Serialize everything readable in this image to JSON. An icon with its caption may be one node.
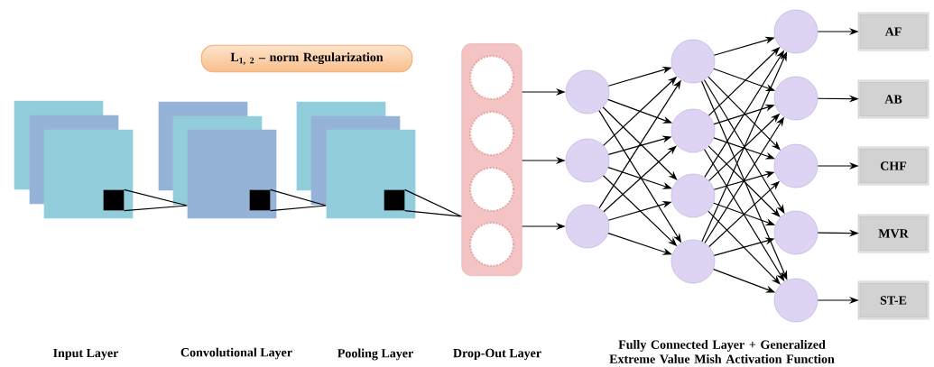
{
  "diagram": {
    "nodes": [
      {
        "text": [
          "L$_{1, 2}$ – norm Regularization"
        ]
      },
      {
        "text": [],
        "shape": "box"
      },
      {
        "text": [],
        "shape": "box"
      },
      {
        "text": [],
        "shape": "box"
      },
      {
        "text": [],
        "shape": "box",
        "in": 3
      },
      {
        "text": [],
        "shape": "box"
      },
      {
        "text": [],
        "shape": "box"
      },
      {
        "text": [],
        "shape": "box"
      },
      {
        "text": [],
        "shape": "box",
        "in": 7
      },
      {
        "text": [],
        "shape": "box"
      },
      {
        "text": [],
        "shape": "box"
      },
      {
        "text": [],
        "shape": "box"
      },
      {
        "text": [],
        "shape": "box",
        "in": 11
      },
      {
        "text": [],
        "shape": "box"
      },
      {
        "text": [],
        "shape": "circle",
        "in": 13
      },
      {
        "text": [],
        "shape": "circle",
        "in": 13
      },
      {
        "text": [],
        "shape": "circle",
        "in": 13
      },
      {
        "text": [],
        "shape": "circle",
        "in": 13
      },
      {
        "text": [],
        "shape": "circle"
      },
      {
        "text": [],
        "shape": "circle"
      },
      {
        "text": [],
        "shape": "circle"
      },
      {
        "text": [],
        "shape": "circle"
      },
      {
        "text": [],
        "shape": "circle"
      },
      {
        "text": [],
        "shape": "circle"
      },
      {
        "text": [],
        "shape": "circle"
      },
      {
        "text": [],
        "shape": "circle"
      },
      {
        "text": [],
        "shape": "circle"
      },
      {
        "text": [],
        "shape": "circle"
      },
      {
        "text": [],
        "shape": "circle"
      },
      {
        "text": [],
        "shape": "circle"
      },
      {
        "text": [
          "AF"
        ]
      },
      {
        "text": [
          "AB"
        ]
      },
      {
        "text": [
          "CHF"
        ]
      },
      {
        "text": [
          "MVR"
        ]
      },
      {
        "text": [
          "ST-E"
        ]
      }
    ],
    "edges": [
      {
        "from": 4,
        "to": 7,
        "arrow": "none"
      },
      {
        "from": 8,
        "to": 11,
        "arrow": "none"
      },
      {
        "from": 12,
        "to": 13,
        "arrow": "none"
      },
      {
        "from": 13,
        "to": 18,
        "arrow": "to"
      },
      {
        "from": 13,
        "to": 19,
        "arrow": "to"
      },
      {
        "from": 13,
        "to": 20,
        "arrow": "to"
      },
      {
        "from": 18,
        "to": 21,
        "arrow": "to"
      },
      {
        "from": 18,
        "to": 22,
        "arrow": "to"
      },
      {
        "from": 18,
        "to": 23,
        "arrow": "to"
      },
      {
        "from": 18,
        "to": 24,
        "arrow": "to"
      },
      {
        "from": 19,
        "to": 21,
        "arrow": "to"
      },
      {
        "from": 19,
        "to": 22,
        "arrow": "to"
      },
      {
        "from": 19,
        "to": 23,
        "arrow": "to"
      },
      {
        "from": 19,
        "to": 24,
        "arrow": "to"
      },
      {
        "from": 20,
        "to": 21,
        "arrow": "to"
      },
      {
        "from": 20,
        "to": 22,
        "arrow": "to"
      },
      {
        "from": 20,
        "to": 23,
        "arrow": "to"
      },
      {
        "from": 20,
        "to": 24,
        "arrow": "to"
      },
      {
        "from": 21,
        "to": 25,
        "arrow": "to"
      },
      {
        "from": 21,
        "to": 26,
        "arrow": "to"
      },
      {
        "from": 21,
        "to": 27,
        "arrow": "to"
      },
      {
        "from": 21,
        "to": 28,
        "arrow": "to"
      },
      {
        "from": 21,
        "to": 29,
        "arrow": "to"
      },
      {
        "from": 22,
        "to": 25,
        "arrow": "to"
      },
      {
        "from": 22,
        "to": 26,
        "arrow": "to"
      },
      {
        "from": 22,
        "to": 27,
        "arrow": "to"
      },
      {
        "from": 22,
        "to": 28,
        "arrow": "to"
      },
      {
        "from": 22,
        "to": 29,
        "arrow": "to"
      },
      {
        "from": 23,
        "to": 25,
        "arrow": "to"
      },
      {
        "from": 23,
        "to": 26,
        "arrow": "to"
      },
      {
        "from": 23,
        "to": 27,
        "arrow": "to"
      },
      {
        "from": 23,
        "to": 28,
        "arrow": "to"
      },
      {
        "from": 23,
        "to": 29,
        "arrow": "to"
      },
      {
        "from": 24,
        "to": 25,
        "arrow": "to"
      },
      {
        "from": 24,
        "to": 26,
        "arrow": "to"
      },
      {
        "from": 24,
        "to": 27,
        "arrow": "to"
      },
      {
        "from": 24,
        "to": 28,
        "arrow": "to"
      },
      {
        "from": 24,
        "to": 29,
        "arrow": "to"
      },
      {
        "from": 25,
        "to": 30,
        "arrow": "to"
      },
      {
        "from": 26,
        "to": 31,
        "arrow": "to"
      },
      {
        "from": 27,
        "to": 32,
        "arrow": "to"
      },
      {
        "from": 28,
        "to": 33,
        "arrow": "to"
      },
      {
        "from": 29,
        "to": 34,
        "arrow": "to"
      }
    ],
    "labels": [
      "Input Layer",
      "Convolutional Layer",
      "Pooling Layer",
      "Drop-Out Layer",
      "Fully Connected Layer + Generalized Extreme Value Mish Activation Function"
    ]
  }
}
